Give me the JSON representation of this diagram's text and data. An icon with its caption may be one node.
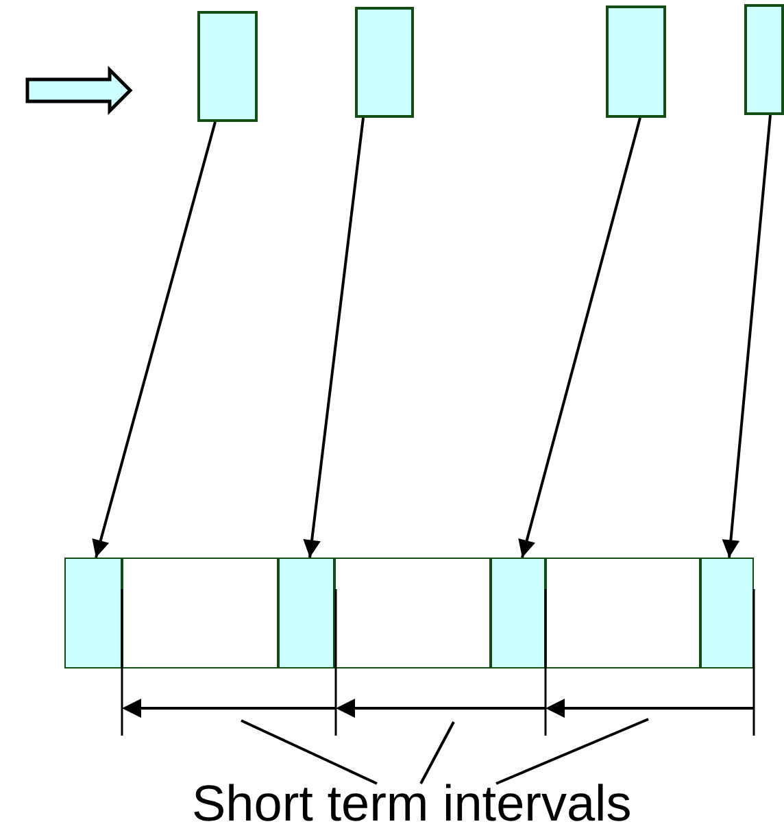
{
  "diagram": {
    "nodes": [
      {
        "text": [],
        "shape": "box"
      },
      {
        "text": [],
        "shape": "box"
      },
      {
        "text": [],
        "shape": "box"
      },
      {
        "text": [],
        "shape": "box"
      },
      {
        "text": [],
        "shape": "box"
      },
      {
        "text": [],
        "shape": "box",
        "in": 4
      },
      {
        "text": [],
        "shape": "box",
        "in": 4
      },
      {
        "text": [],
        "shape": "box",
        "in": 4
      },
      {
        "text": [],
        "shape": "box",
        "in": 4
      },
      {
        "text": [],
        "shape": "box",
        "in": 4
      },
      {
        "text": [],
        "shape": "box",
        "in": 4
      },
      {
        "text": [],
        "shape": "box",
        "in": 4
      },
      {
        "text": [
          "Short term intervals"
        ]
      }
    ],
    "edges": [
      {
        "from": 0,
        "to": 5,
        "arrow": "to"
      },
      {
        "from": 1,
        "to": 7,
        "arrow": "to"
      },
      {
        "from": 2,
        "to": 9,
        "arrow": "to"
      },
      {
        "from": 3,
        "to": 11,
        "arrow": "to"
      },
      {
        "from": 12,
        "to": null,
        "arrow": "none"
      },
      {
        "from": 12,
        "to": null,
        "arrow": "none"
      },
      {
        "from": 12,
        "to": null,
        "arrow": "none"
      }
    ]
  }
}
